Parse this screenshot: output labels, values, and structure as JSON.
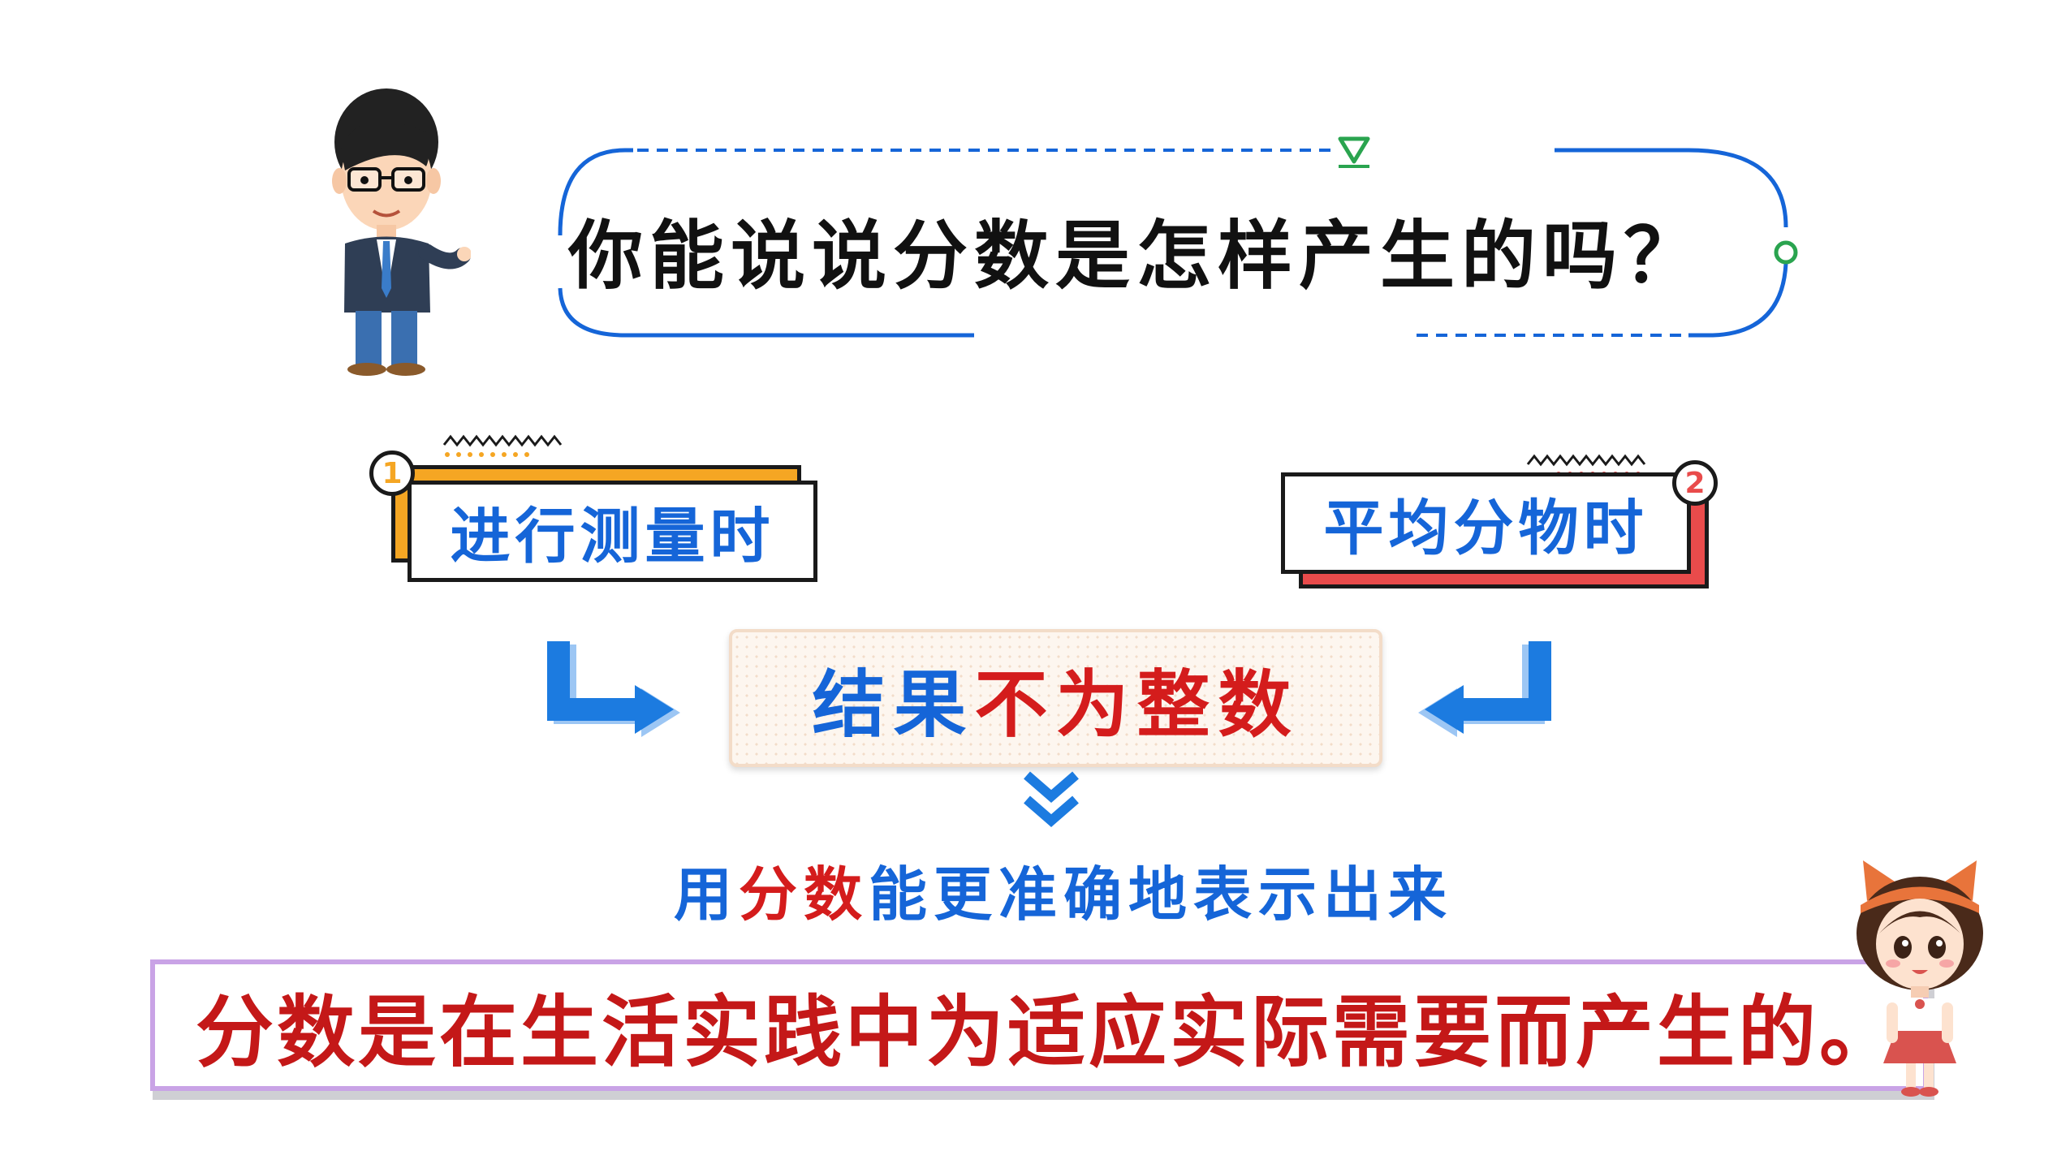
{
  "question": "你能说说分数是怎样产生的吗？",
  "labels": [
    {
      "number": "1",
      "text": "进行测量时"
    },
    {
      "number": "2",
      "text": "平均分物时"
    }
  ],
  "result": {
    "part1": "结果",
    "part2": "不为整数"
  },
  "subline": {
    "part1": "用",
    "part2": "分数",
    "part3": "能更准确地表示出来"
  },
  "conclusion": "分数是在生活实践中为适应实际需要而产生的。",
  "colors": {
    "blue": "#1565d8",
    "red": "#d41c1c",
    "orange": "#f5a623",
    "coral": "#e94b4b"
  }
}
